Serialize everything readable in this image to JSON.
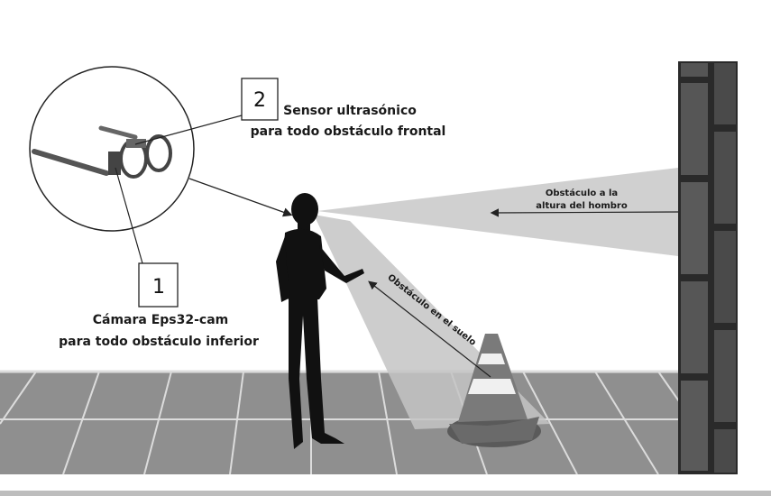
{
  "callouts": [
    {
      "number": "2",
      "line1": "Sensor ultrasónico",
      "line2": "para todo obstáculo frontal"
    },
    {
      "number": "1",
      "line1": "Cámara Eps32-cam",
      "line2": "para todo obstáculo inferior"
    }
  ],
  "beams": {
    "shoulder_label_line1": "Obstáculo a la",
    "shoulder_label_line2": "altura del hombro",
    "floor_label": "Obstáculo  en el suelo"
  },
  "icons": [
    "glasses-icon",
    "person-silhouette",
    "traffic-cone",
    "brick-wall"
  ]
}
